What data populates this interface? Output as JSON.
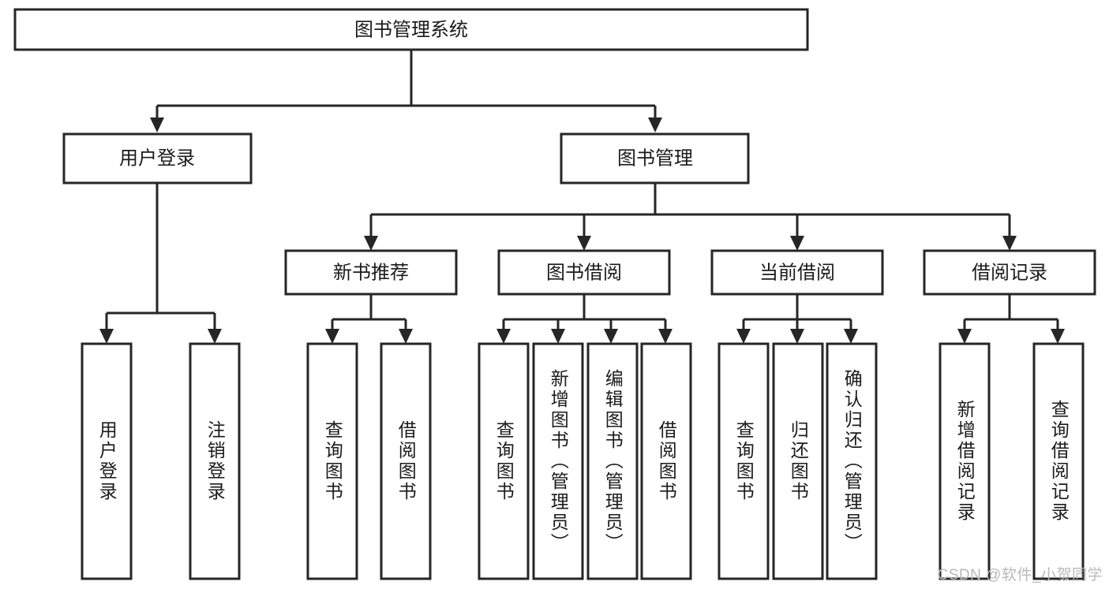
{
  "diagram": {
    "type": "tree",
    "title": "图书管理系统",
    "watermark": "CSDN @软件_小贺同学",
    "colors": {
      "stroke": "#262626",
      "fill": "#ffffff",
      "text": "#1b1b1b",
      "watermark": "#b9b9b9"
    },
    "root": {
      "label": "图书管理系统"
    },
    "level2": [
      {
        "label": "用户登录"
      },
      {
        "label": "图书管理"
      }
    ],
    "level3": [
      {
        "label": "新书推荐"
      },
      {
        "label": "图书借阅"
      },
      {
        "label": "当前借阅"
      },
      {
        "label": "借阅记录"
      }
    ],
    "leaves": {
      "user_login": [
        {
          "label": "用户登录"
        },
        {
          "label": "注销登录"
        }
      ],
      "new_book_recommend": [
        {
          "label": "查询图书"
        },
        {
          "label": "借阅图书"
        }
      ],
      "book_borrow": [
        {
          "label": "查询图书"
        },
        {
          "label": "新增图书（管理员）"
        },
        {
          "label": "编辑图书（管理员）"
        },
        {
          "label": "借阅图书"
        }
      ],
      "current_borrow": [
        {
          "label": "查询图书"
        },
        {
          "label": "归还图书"
        },
        {
          "label": "确认归还（管理员）"
        }
      ],
      "borrow_record": [
        {
          "label": "新增借阅记录"
        },
        {
          "label": "查询借阅记录"
        }
      ]
    }
  }
}
